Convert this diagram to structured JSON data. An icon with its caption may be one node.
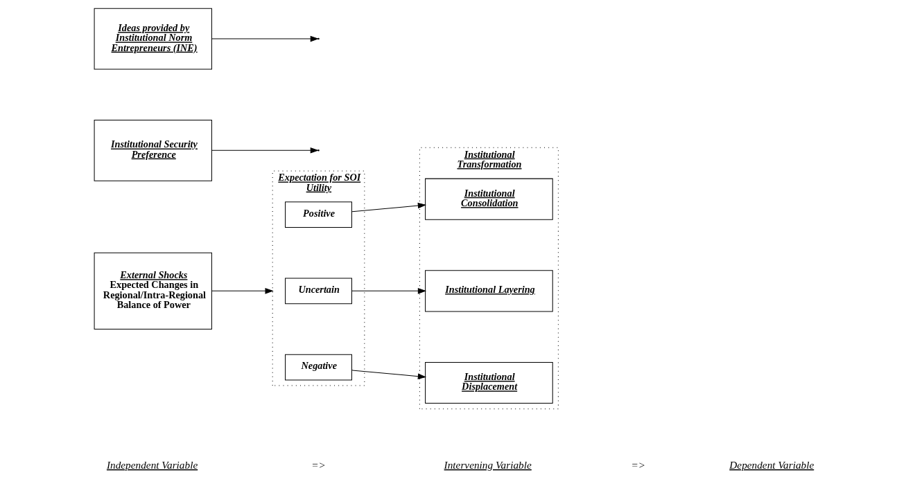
{
  "diagram": {
    "nodes": [
      {
        "text": [
          "External Shocks",
          "Expected Changes in Regional/Intra-Regional Balance of Power"
        ]
      },
      {
        "text": [
          "Expectation for SOI Utility"
        ]
      },
      {
        "text": [
          "Positive"
        ],
        "in": 1
      },
      {
        "text": [
          "Uncertain"
        ],
        "in": 1
      },
      {
        "text": [
          "Negative"
        ],
        "in": 1
      },
      {
        "text": [
          "Institutional Transformation"
        ]
      },
      {
        "text": [
          "Institutional Consolidation"
        ],
        "in": 5
      },
      {
        "text": [
          "Institutional Layering"
        ],
        "in": 5
      },
      {
        "text": [
          "Institutional Displacement"
        ],
        "in": 5
      },
      {
        "text": [
          "Institutional Security Preference"
        ]
      },
      {
        "text": [
          "Ideas provided by Institutional Norm Entrepreneurs (INE)"
        ]
      }
    ],
    "edges": [
      {
        "from": 0,
        "to": 1,
        "arrow": "to"
      },
      {
        "from": 9,
        "to": null,
        "arrow": "to"
      },
      {
        "from": 2,
        "to": 6,
        "arrow": "to"
      },
      {
        "from": 3,
        "to": 7,
        "arrow": "to"
      },
      {
        "from": 4,
        "to": 8,
        "arrow": "to"
      },
      {
        "from": 10,
        "to": null,
        "arrow": "to"
      }
    ],
    "labels": [
      "Independent Variable",
      "=>",
      "Intervening Variable",
      "=>",
      "Dependent Variable"
    ]
  }
}
